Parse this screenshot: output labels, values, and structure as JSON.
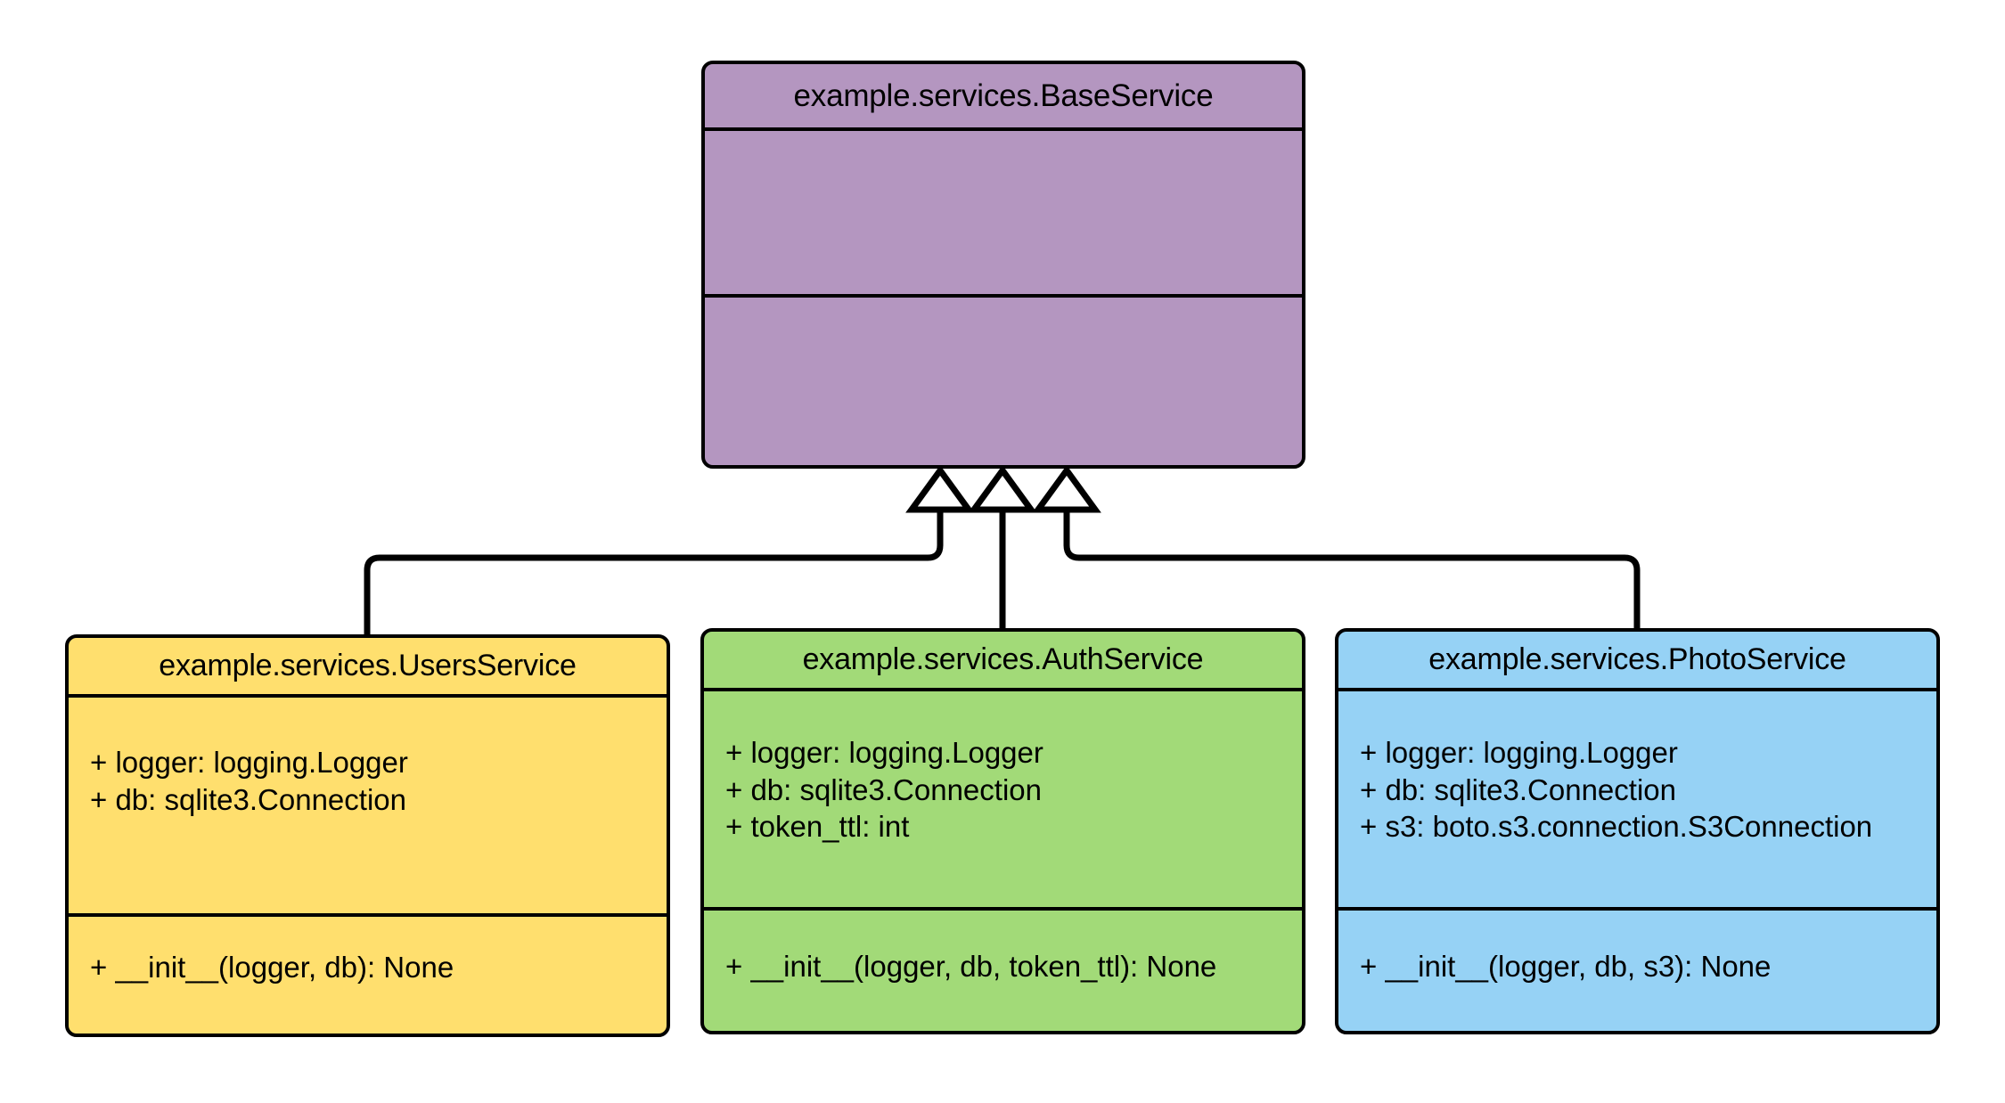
{
  "diagram": {
    "type": "uml-class-diagram",
    "relationship": "generalization",
    "classes": [
      {
        "id": "baseservice",
        "name": "example.services.BaseService",
        "fill": "#b496c0",
        "attributes": [],
        "methods": []
      },
      {
        "id": "usersservice",
        "name": "example.services.UsersService",
        "fill": "#ffdf6e",
        "attributes": [
          "+ logger: logging.Logger",
          "+ db: sqlite3.Connection"
        ],
        "methods": [
          "+ __init__(logger, db): None"
        ]
      },
      {
        "id": "authservice",
        "name": "example.services.AuthService",
        "fill": "#a2da78",
        "attributes": [
          "+ logger: logging.Logger",
          "+ db: sqlite3.Connection",
          "+ token_ttl: int"
        ],
        "methods": [
          "+ __init__(logger, db, token_ttl): None"
        ]
      },
      {
        "id": "photoservice",
        "name": "example.services.PhotoService",
        "fill": "#96d2f5",
        "attributes": [
          "+ logger: logging.Logger",
          "+ db: sqlite3.Connection",
          "+ s3: boto.s3.connection.S3Connection"
        ],
        "methods": [
          "+ __init__(logger, db, s3): None"
        ]
      }
    ],
    "edges": [
      {
        "from": "usersservice",
        "to": "baseservice",
        "kind": "inheritance-arrow"
      },
      {
        "from": "authservice",
        "to": "baseservice",
        "kind": "inheritance-arrow"
      },
      {
        "from": "photoservice",
        "to": "baseservice",
        "kind": "inheritance-arrow"
      }
    ],
    "colors": {
      "stroke": "#000000",
      "background": "#ffffff",
      "base": "#b496c0",
      "users": "#ffdf6e",
      "auth": "#a2da78",
      "photo": "#96d2f5"
    }
  }
}
